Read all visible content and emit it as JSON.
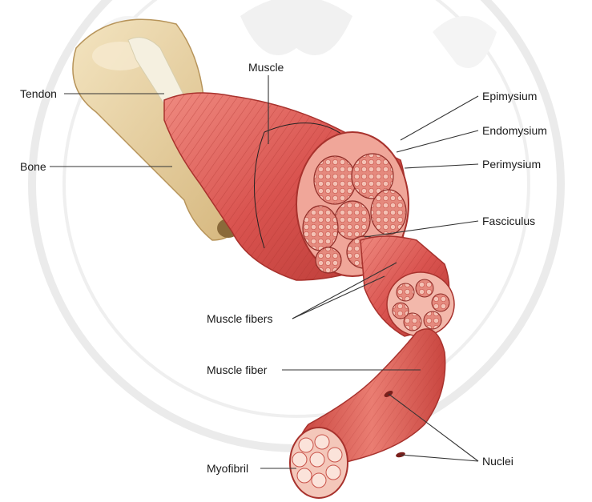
{
  "labels": {
    "muscle": "Muscle",
    "tendon": "Tendon",
    "bone": "Bone",
    "epimysium": "Epimysium",
    "endomysium": "Endomysium",
    "perimysium": "Perimysium",
    "fasciculus": "Fasciculus",
    "muscle_fibers": "Muscle fibers",
    "muscle_fiber": "Muscle fiber",
    "nuclei": "Nuclei",
    "myofibril": "Myofibril"
  },
  "colors": {
    "muscle": "#d9534f",
    "muscle_dark": "#b83a35",
    "muscle_light": "#f2b7a8",
    "bone": "#e8d3a5",
    "bone_dark": "#c9a96b",
    "leader_line": "#333333",
    "background": "#ffffff",
    "watermark": "#e6e6e6"
  }
}
